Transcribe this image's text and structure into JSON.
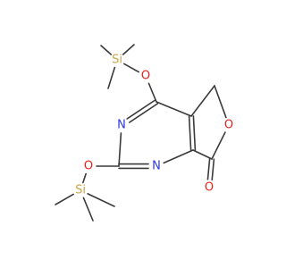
{
  "colors": {
    "bond": "#3a3a3a",
    "carbon": "#3a3a3a",
    "oxygen": "#e8231b",
    "nitrogen": "#2d35e6",
    "silicon": "#c9a74a"
  },
  "atoms": [
    {
      "id": "si_top",
      "label": "Si",
      "element": "silicon"
    },
    {
      "id": "o_top",
      "label": "O",
      "element": "oxygen"
    },
    {
      "id": "n_upper",
      "label": "N",
      "element": "nitrogen"
    },
    {
      "id": "o_ring",
      "label": "O",
      "element": "oxygen"
    },
    {
      "id": "o_bottom",
      "label": "O",
      "element": "oxygen"
    },
    {
      "id": "n_lower",
      "label": "N",
      "element": "nitrogen"
    },
    {
      "id": "o_carbonyl",
      "label": "O",
      "element": "oxygen"
    },
    {
      "id": "si_bottom",
      "label": "Si",
      "element": "silicon"
    }
  ],
  "bonds": [
    [
      "si_top",
      "me1"
    ],
    [
      "si_top",
      "me2"
    ],
    [
      "si_top",
      "me3"
    ],
    [
      "si_top",
      "o_top"
    ],
    [
      "o_top",
      "c4"
    ],
    [
      "c4",
      "n_upper",
      2
    ],
    [
      "n_upper",
      "c2"
    ],
    [
      "c2",
      "n_lower",
      2
    ],
    [
      "n_lower",
      "c7a"
    ],
    [
      "c7a",
      "c4a",
      2
    ],
    [
      "c4a",
      "c4"
    ],
    [
      "c4a",
      "c5"
    ],
    [
      "c5",
      "o_ring"
    ],
    [
      "o_ring",
      "c7"
    ],
    [
      "c7",
      "c7a"
    ],
    [
      "c7",
      "o_carbonyl",
      2
    ],
    [
      "c2",
      "o_bottom"
    ],
    [
      "o_bottom",
      "si_bottom"
    ],
    [
      "si_bottom",
      "me4"
    ],
    [
      "si_bottom",
      "me5"
    ],
    [
      "si_bottom",
      "me6"
    ]
  ]
}
